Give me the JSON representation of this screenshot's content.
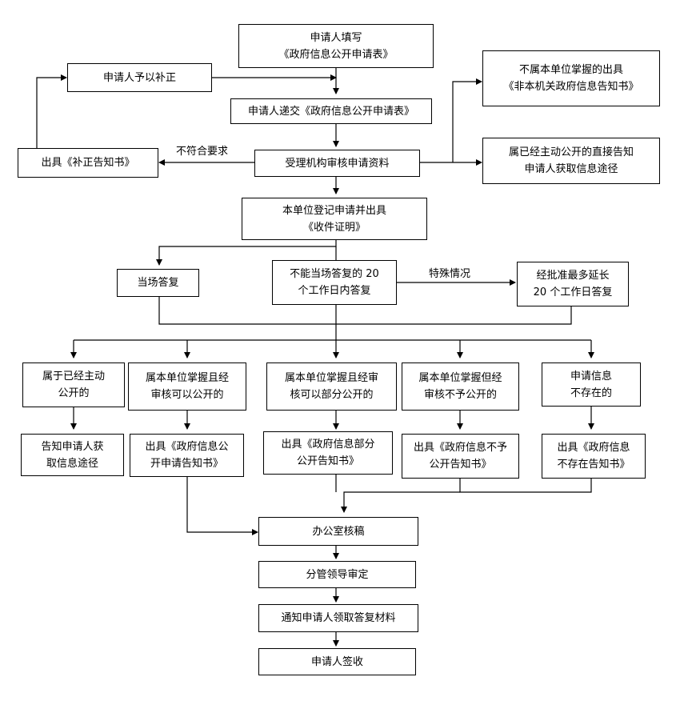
{
  "flowchart": {
    "nodes": {
      "fill_form": [
        "申请人填写",
        "《政府信息公开申请表》"
      ],
      "supplement": [
        "申请人予以补正"
      ],
      "submit": [
        "申请人递交《政府信息公开申请表》"
      ],
      "issue_correction": [
        "出具《补正告知书》"
      ],
      "not_our_unit": [
        "不属本单位掌握的出具",
        "《非本机关政府信息告知书》"
      ],
      "already_public_top": [
        "属已经主动公开的直接告知",
        "申请人获取信息途径"
      ],
      "review": [
        "受理机构审核申请资料"
      ],
      "register": [
        "本单位登记申请并出具",
        "《收件证明》"
      ],
      "reply_on_spot": [
        "当场答复"
      ],
      "reply_20_days": [
        "不能当场答复的 20",
        "个工作日内答复"
      ],
      "extend_20_days": [
        "经批准最多延长",
        "20 个工作日答复"
      ],
      "cat_public": [
        "属于已经主动",
        "公开的"
      ],
      "cat_full": [
        "属本单位掌握且经",
        "审核可以公开的"
      ],
      "cat_partial": [
        "属本单位掌握且经审",
        "核可以部分公开的"
      ],
      "cat_not_public": [
        "属本单位掌握但经",
        "审核不予公开的"
      ],
      "cat_not_exist": [
        "申请信息",
        "不存在的"
      ],
      "res_public": [
        "告知申请人获",
        "取信息途径"
      ],
      "res_full": [
        "出具《政府信息公",
        "开申请告知书》"
      ],
      "res_partial": [
        "出具《政府信息部分",
        "公开告知书》"
      ],
      "res_not_public": [
        "出具《政府信息不予",
        "公开告知书》"
      ],
      "res_not_exist": [
        "出具《政府信息",
        "不存在告知书》"
      ],
      "office_review": [
        "办公室核稿"
      ],
      "leader_approve": [
        "分管领导审定"
      ],
      "notify": [
        "通知申请人领取答复材料"
      ],
      "sign": [
        "申请人签收"
      ]
    },
    "edge_labels": {
      "not_compliant": "不符合要求",
      "special_case": "特殊情况"
    }
  }
}
